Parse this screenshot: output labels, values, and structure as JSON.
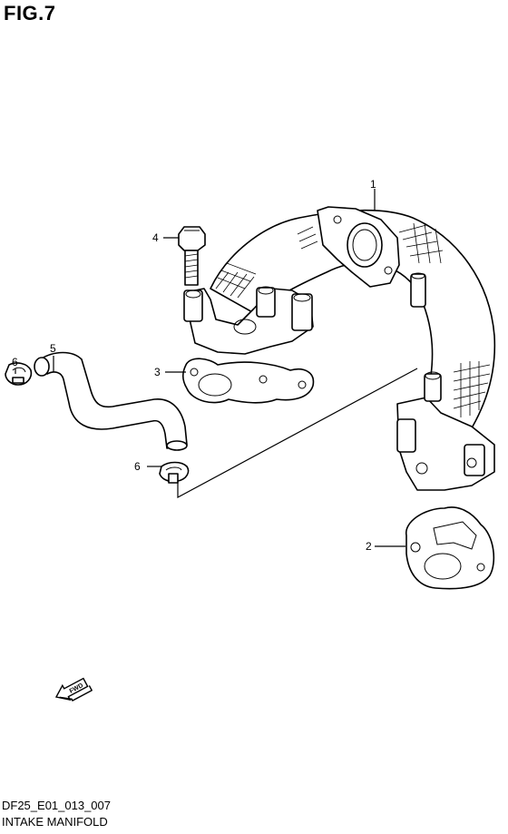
{
  "figure_title": "FIG.7",
  "footer_code": "DF25_E01_013_007",
  "footer_name": "INTAKE MANIFOLD",
  "fwd_label": "FWD",
  "callouts": [
    {
      "id": "1",
      "label": "1",
      "part": "intake-manifold"
    },
    {
      "id": "2",
      "label": "2",
      "part": "manifold-gasket-lower"
    },
    {
      "id": "3",
      "label": "3",
      "part": "manifold-gasket-upper"
    },
    {
      "id": "4",
      "label": "4",
      "part": "bolt"
    },
    {
      "id": "5",
      "label": "5",
      "part": "hose"
    },
    {
      "id": "6a",
      "label": "6",
      "part": "hose-clamp-upper"
    },
    {
      "id": "6b",
      "label": "6",
      "part": "hose-clamp-lower"
    }
  ]
}
